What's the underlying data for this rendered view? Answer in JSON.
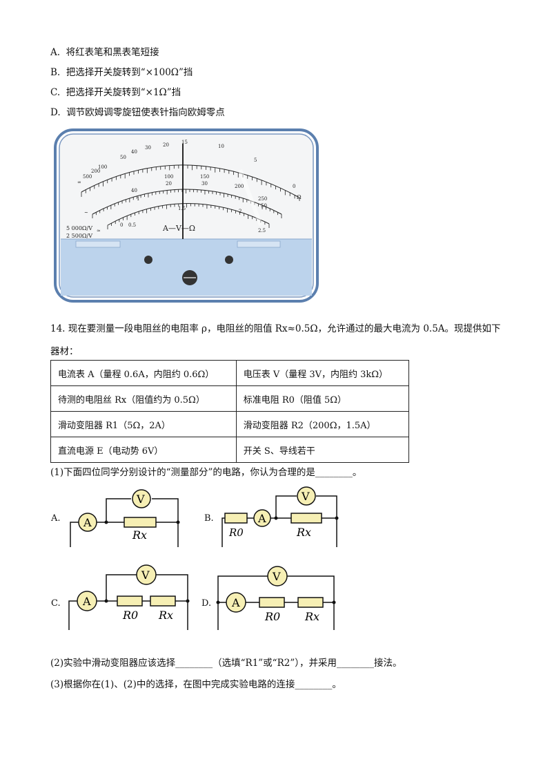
{
  "options": [
    {
      "letter": "A.",
      "text": "将红表笔和黑表笔短接"
    },
    {
      "letter": "B.",
      "text": "把选择开关旋转到“×100Ω”挡"
    },
    {
      "letter": "C.",
      "text": "把选择开关旋转到“×1Ω”挡"
    },
    {
      "letter": "D.",
      "text": "调节欧姆调零旋钮使表针指向欧姆零点"
    }
  ],
  "meter": {
    "ohm_labels": [
      "∞",
      "500",
      "200",
      "100",
      "50",
      "40",
      "30",
      "20",
      "15",
      "10",
      "5",
      "0"
    ],
    "ohm_symbol": "Ω",
    "dc_labels_top": [
      "100",
      "150",
      "200",
      "250"
    ],
    "dc_labels_mid": [
      "20",
      "30",
      "40",
      "50"
    ],
    "ac_labels": [
      "1",
      "1.5",
      "2",
      "2.5"
    ],
    "small_labels": [
      "0",
      "0.5"
    ],
    "left_labels": [
      "~",
      "≃",
      "≂"
    ],
    "func_label": "A—V—Ω",
    "sens1": "5 000Ω/V",
    "sens2": "2 500Ω/V"
  },
  "q14": {
    "line1": "14. 现在要测量一段电阻丝的电阻率 ρ，电阻丝的阻值 Rx≈0.5Ω，允许通过的最大电流为 0.5A。现提供如下",
    "line2": "器材："
  },
  "equipment": [
    [
      "电流表 A（量程 0.6A，内阻约 0.6Ω）",
      "电压表 V（量程 3V，内阻约 3kΩ）"
    ],
    [
      "待测的电阻丝 Rx（阻值约为 0.5Ω）",
      "标准电阻 R0（阻值 5Ω）"
    ],
    [
      "滑动变阻器 R1（5Ω，2A）",
      "滑动变阻器 R2（200Ω，1.5A）"
    ],
    [
      "直流电源 E（电动势 6V）",
      "开关 S、导线若干"
    ]
  ],
  "part1": "(1)下面四位同学分别设计的“测量部分”的电路，你认为合理的是________。",
  "circuits": {
    "a_label": "A.",
    "b_label": "B.",
    "c_label": "C.",
    "d_label": "D.",
    "ammeter": "A",
    "voltmeter": "V",
    "rx": "Rx",
    "r0": "R0"
  },
  "part2": "(2)实验中滑动变阻器应该选择________（选填“R1”或“R2”），并采用________接法。",
  "part3": "(3)根据你在(1)、(2)中的选择，在图中完成实验电路的连接________。",
  "colors": {
    "resistor_fill": "#f6efb4",
    "meter_blue": "#bcd3ec",
    "meter_frame": "#5b7fae"
  }
}
